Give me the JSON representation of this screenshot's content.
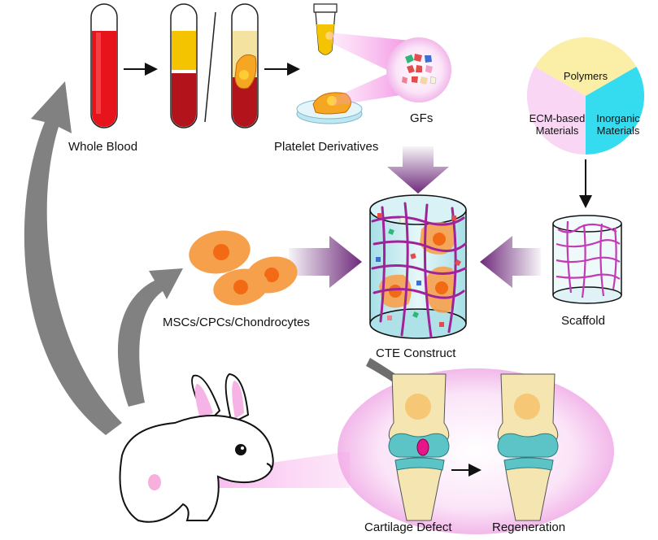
{
  "labels": {
    "whole_blood": "Whole Blood",
    "platelet_derivatives": "Platelet Derivatives",
    "gfs": "GFs",
    "polymers": "Polymers",
    "ecm_based": "ECM-based Materials",
    "inorganic": "Inorganic Materials",
    "scaffold": "Scaffold",
    "cells": "MSCs/CPCs/Chondrocytes",
    "cte_construct": "CTE Construct",
    "cartilage_defect": "Cartilage Defect",
    "regeneration": "Regeneration"
  },
  "colors": {
    "blood": "#e8141c",
    "plasma": "#f5c400",
    "prp_pink": "#f4a6ec",
    "cell_orange": "#f7a04c",
    "nucleus": "#f26a14",
    "scaffold_fiber": "#c23bb5",
    "construct_body": "#bfe9ee",
    "arrow_purple": "#6d2a7a",
    "arrow_gray": "#6b6b6b",
    "polymers_sector": "#fbefa8",
    "ecm_sector": "#f8d6f4",
    "inorganic_sector": "#35dcef",
    "bone": "#f5e5b0",
    "cartilage": "#5cc4c6"
  }
}
